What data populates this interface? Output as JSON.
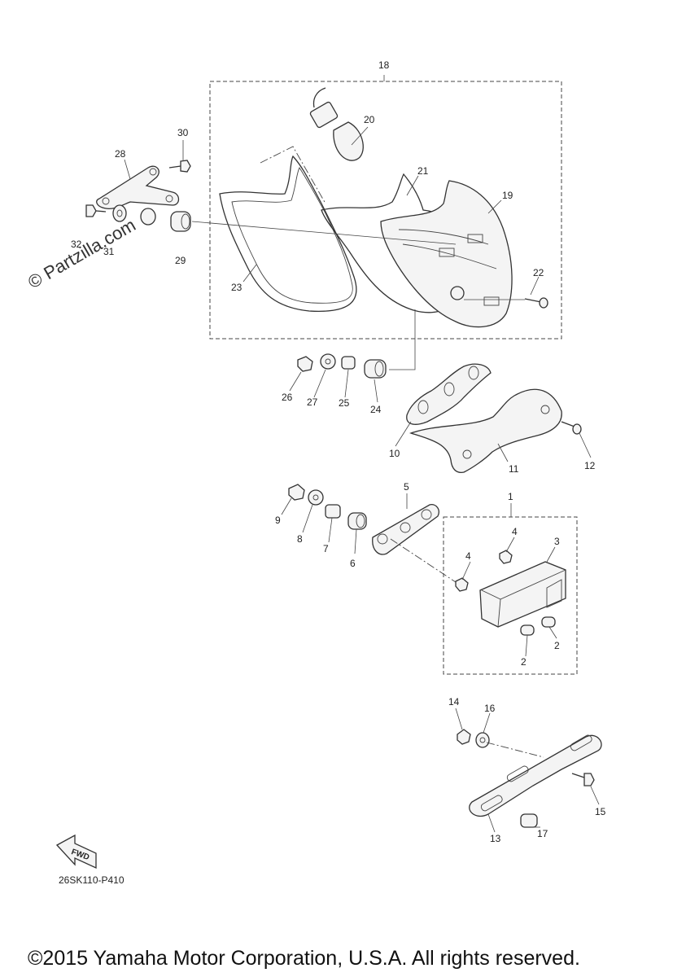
{
  "watermark": "© Partzilla.com",
  "diagram_code": "26SK110-P410",
  "fwd_label": "FWD",
  "copyright": "©2015 Yamaha Motor Corporation, U.S.A. All rights reserved.",
  "callouts": [
    {
      "id": "18",
      "text": "18"
    },
    {
      "id": "20",
      "text": "20"
    },
    {
      "id": "21",
      "text": "21"
    },
    {
      "id": "19",
      "text": "19"
    },
    {
      "id": "30",
      "text": "30"
    },
    {
      "id": "28",
      "text": "28"
    },
    {
      "id": "32",
      "text": "32"
    },
    {
      "id": "31",
      "text": "31"
    },
    {
      "id": "29",
      "text": "29"
    },
    {
      "id": "23",
      "text": "23"
    },
    {
      "id": "22",
      "text": "22"
    },
    {
      "id": "26",
      "text": "26"
    },
    {
      "id": "27",
      "text": "27"
    },
    {
      "id": "25",
      "text": "25"
    },
    {
      "id": "24",
      "text": "24"
    },
    {
      "id": "10",
      "text": "10"
    },
    {
      "id": "11",
      "text": "11"
    },
    {
      "id": "12",
      "text": "12"
    },
    {
      "id": "5",
      "text": "5"
    },
    {
      "id": "1",
      "text": "1"
    },
    {
      "id": "9",
      "text": "9"
    },
    {
      "id": "8",
      "text": "8"
    },
    {
      "id": "7",
      "text": "7"
    },
    {
      "id": "6",
      "text": "6"
    },
    {
      "id": "4a",
      "text": "4"
    },
    {
      "id": "3",
      "text": "3"
    },
    {
      "id": "4b",
      "text": "4"
    },
    {
      "id": "2a",
      "text": "2"
    },
    {
      "id": "2b",
      "text": "2"
    },
    {
      "id": "14",
      "text": "14"
    },
    {
      "id": "16",
      "text": "16"
    },
    {
      "id": "15",
      "text": "15"
    },
    {
      "id": "17",
      "text": "17"
    },
    {
      "id": "13",
      "text": "13"
    }
  ]
}
